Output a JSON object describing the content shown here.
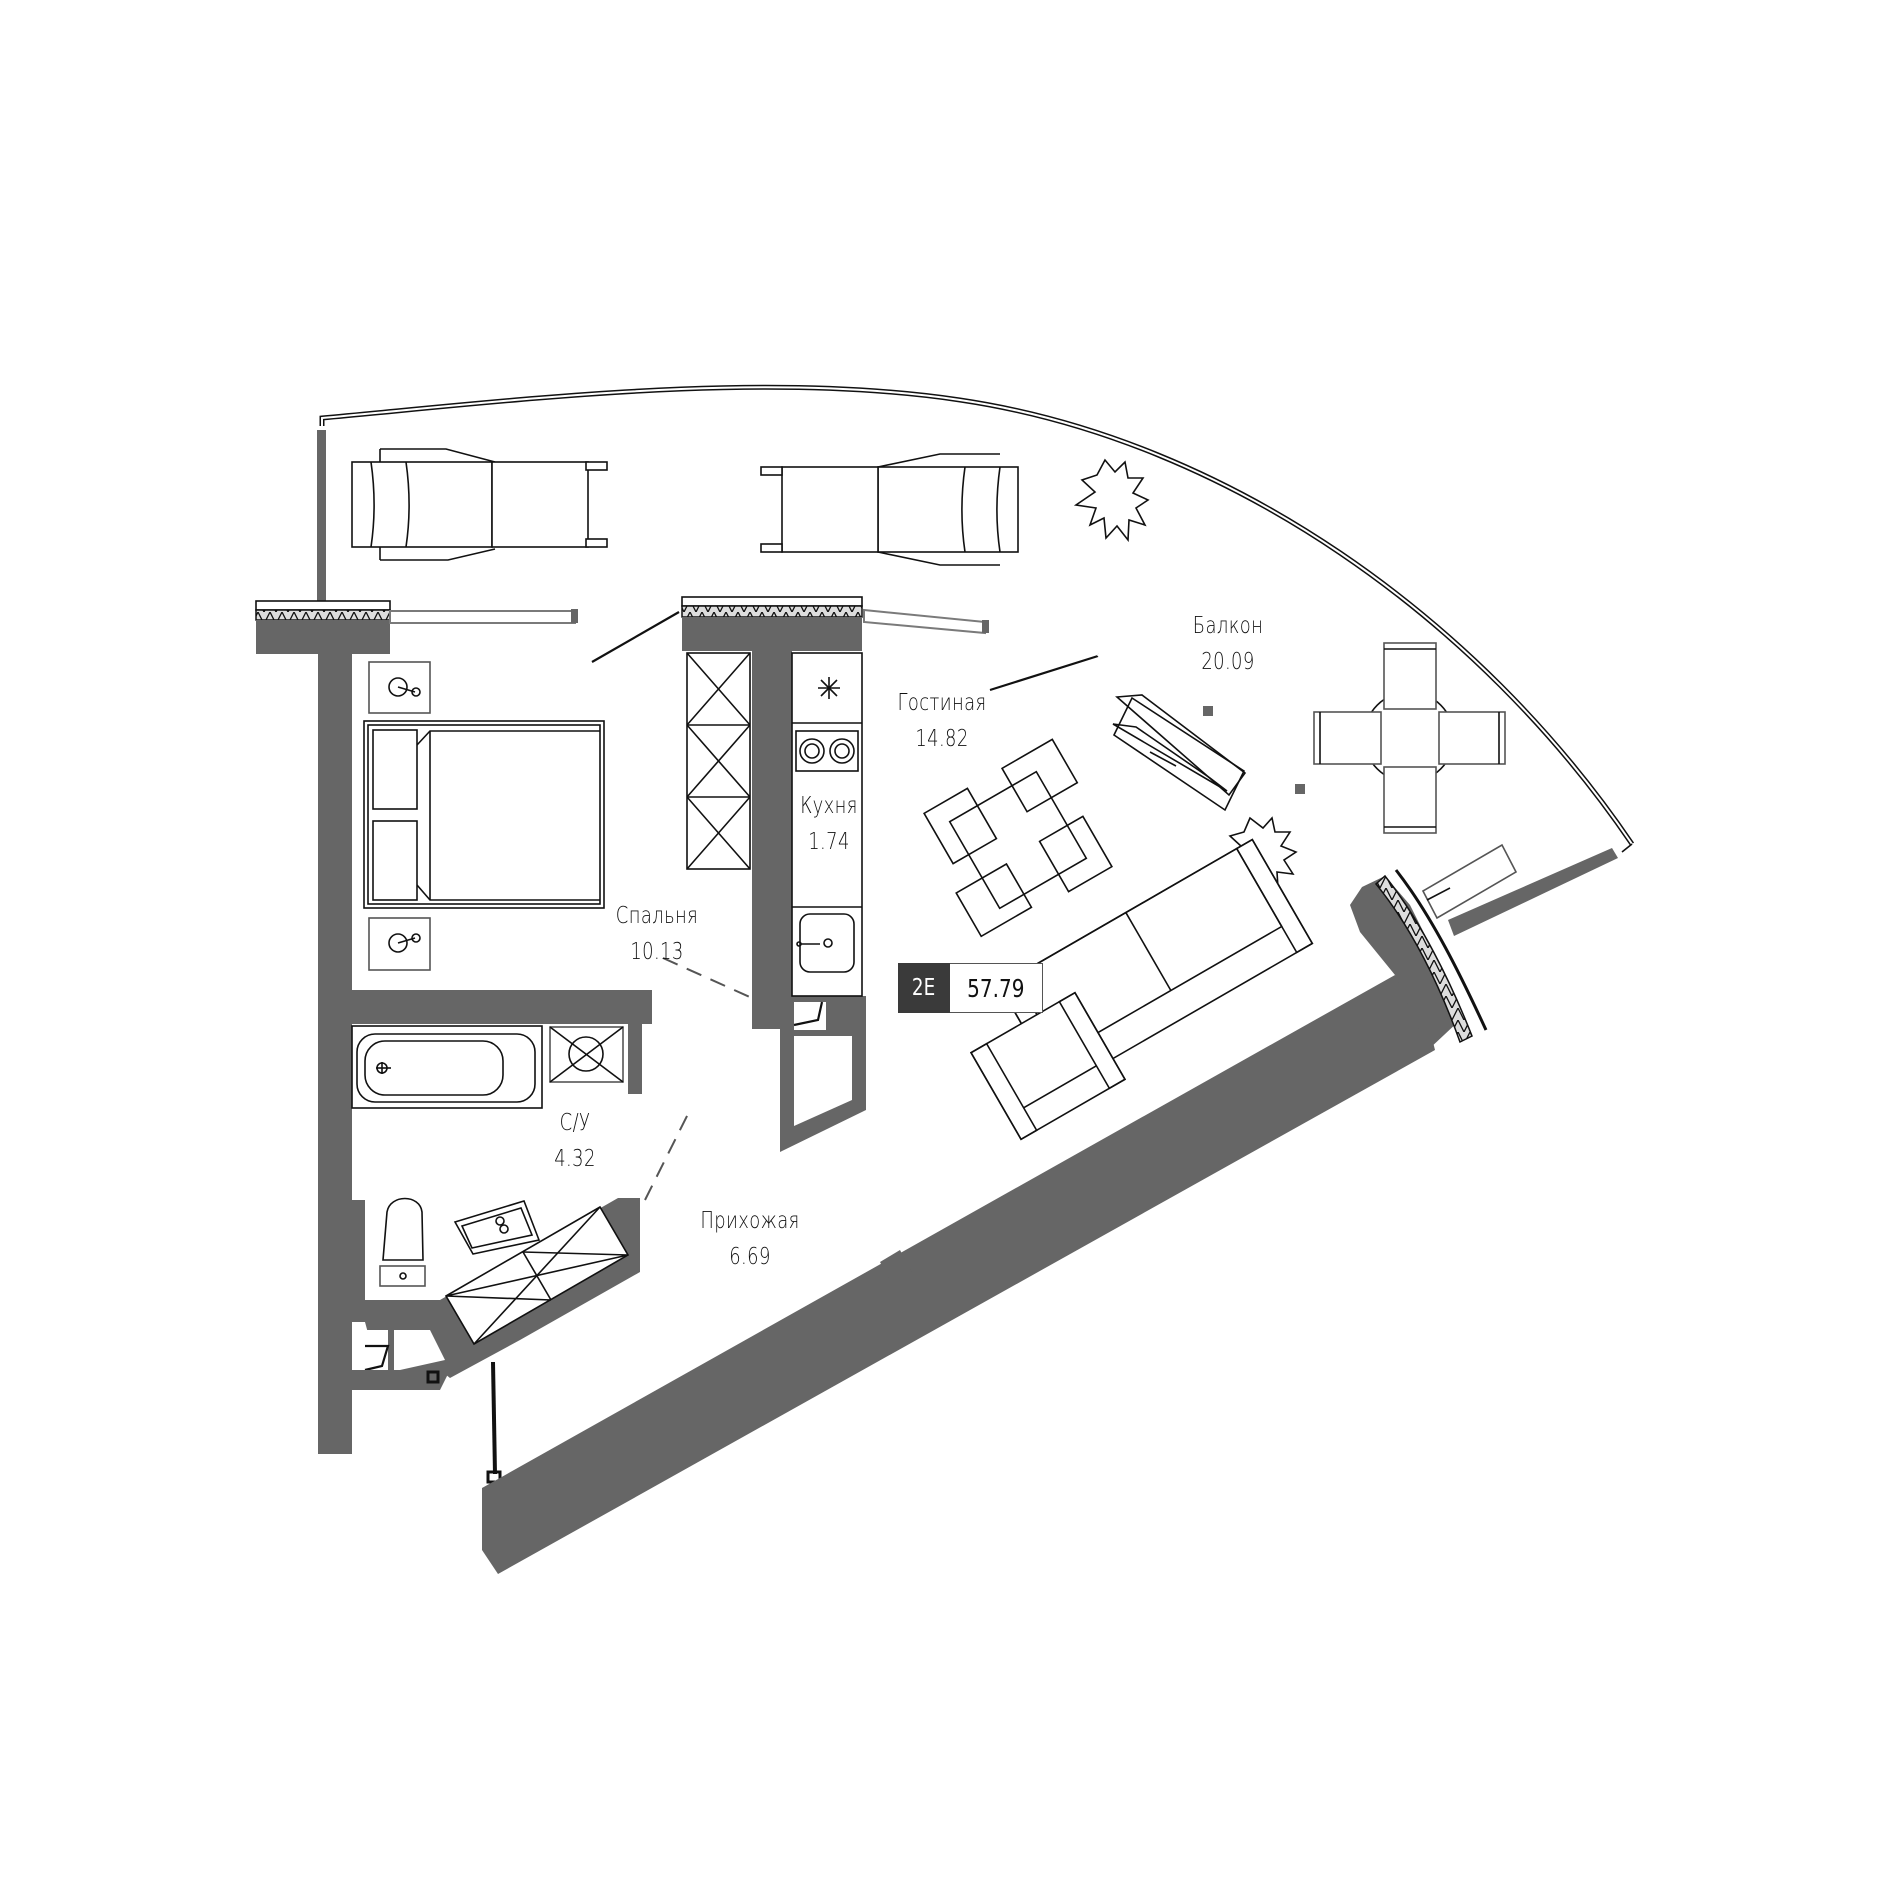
{
  "plan": {
    "type": "apartment-floor-plan",
    "apartment_code": "2E",
    "total_area": "57.79",
    "wall_color": "#666666",
    "badge_code_bg": "#3a3a3a",
    "rooms": [
      {
        "id": "balcony",
        "name": "Балкон",
        "area": "20.09"
      },
      {
        "id": "living",
        "name": "Гостиная",
        "area": "14.82"
      },
      {
        "id": "kitchen",
        "name": "Кухня",
        "area": "1.74"
      },
      {
        "id": "bedroom",
        "name": "Спальня",
        "area": "10.13"
      },
      {
        "id": "bathroom",
        "name": "С/У",
        "area": "4.32"
      },
      {
        "id": "hallway",
        "name": "Прихожая",
        "area": "6.69"
      }
    ],
    "furniture_icons": [
      "sun-lounger",
      "sun-lounger",
      "potted-plant",
      "round-table-with-4-chairs",
      "double-bed",
      "nightstand",
      "nightstand",
      "wardrobe",
      "fridge-extractor",
      "stove",
      "kitchen-sink",
      "dining-table-with-4-chairs",
      "tv-stand",
      "potted-plant",
      "sofa",
      "armchair",
      "bathtub",
      "washing-machine",
      "toilet",
      "wash-basin",
      "hallway-wardrobe",
      "outdoor-bench"
    ]
  }
}
